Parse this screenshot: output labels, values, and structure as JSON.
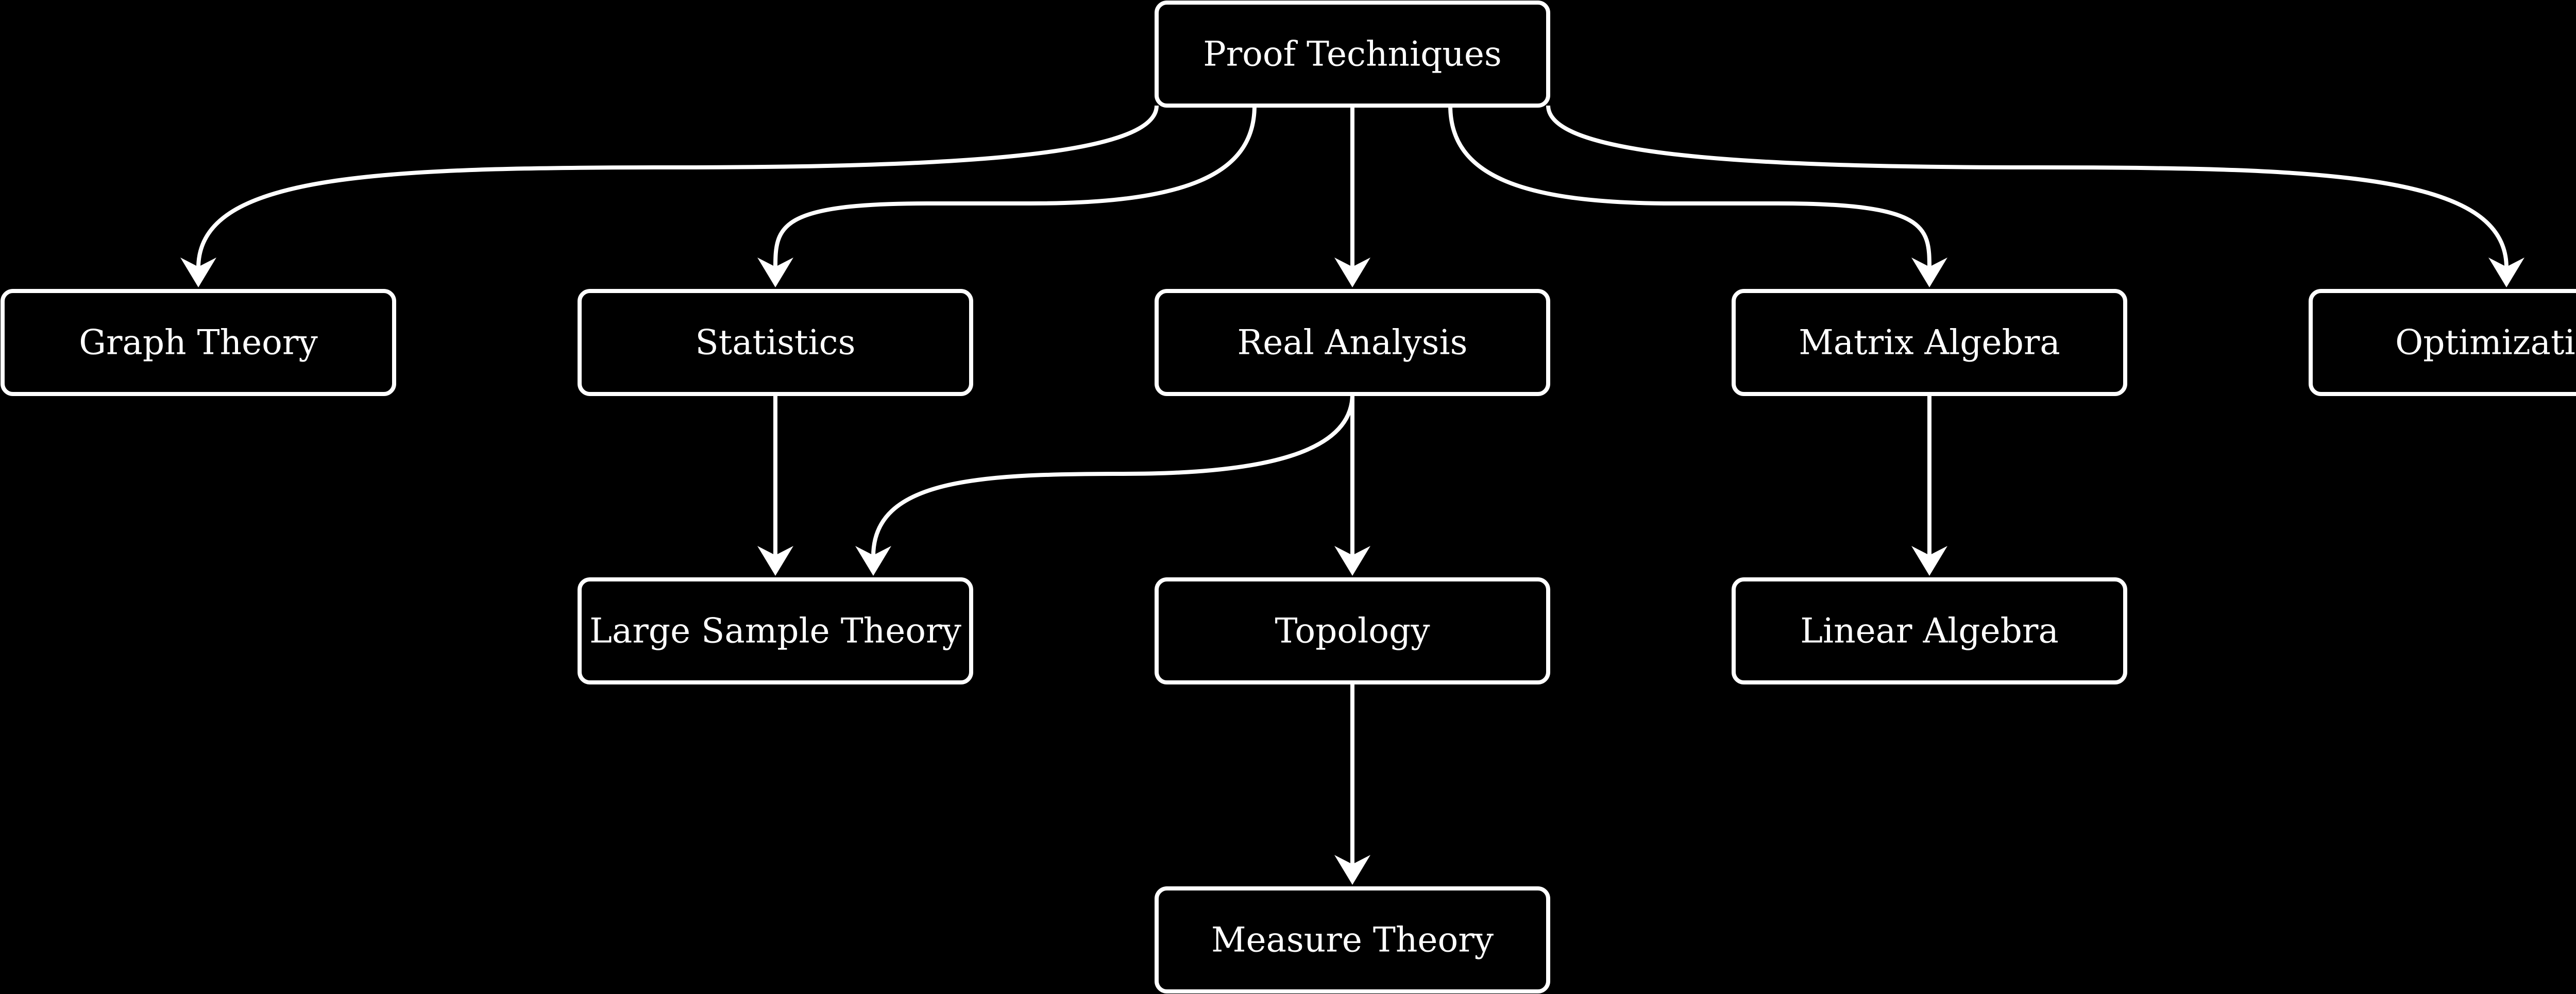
{
  "diagram": {
    "type": "hierarchy",
    "colors": {
      "background": "#000000",
      "stroke": "#ffffff",
      "text": "#ffffff"
    },
    "nodes": [
      {
        "id": "proof-techniques",
        "label": "Proof Techniques"
      },
      {
        "id": "graph-theory",
        "label": "Graph Theory"
      },
      {
        "id": "statistics",
        "label": "Statistics"
      },
      {
        "id": "real-analysis",
        "label": "Real Analysis"
      },
      {
        "id": "matrix-algebra",
        "label": "Matrix Algebra"
      },
      {
        "id": "optimization",
        "label": "Optimization"
      },
      {
        "id": "large-sample-theory",
        "label": "Large Sample Theory"
      },
      {
        "id": "topology",
        "label": "Topology"
      },
      {
        "id": "linear-algebra",
        "label": "Linear Algebra"
      },
      {
        "id": "measure-theory",
        "label": "Measure Theory"
      }
    ],
    "edges": [
      {
        "from": "proof-techniques",
        "to": "graph-theory"
      },
      {
        "from": "proof-techniques",
        "to": "statistics"
      },
      {
        "from": "proof-techniques",
        "to": "real-analysis"
      },
      {
        "from": "proof-techniques",
        "to": "matrix-algebra"
      },
      {
        "from": "proof-techniques",
        "to": "optimization"
      },
      {
        "from": "statistics",
        "to": "large-sample-theory"
      },
      {
        "from": "real-analysis",
        "to": "large-sample-theory"
      },
      {
        "from": "real-analysis",
        "to": "topology"
      },
      {
        "from": "matrix-algebra",
        "to": "linear-algebra"
      },
      {
        "from": "topology",
        "to": "measure-theory"
      }
    ]
  }
}
